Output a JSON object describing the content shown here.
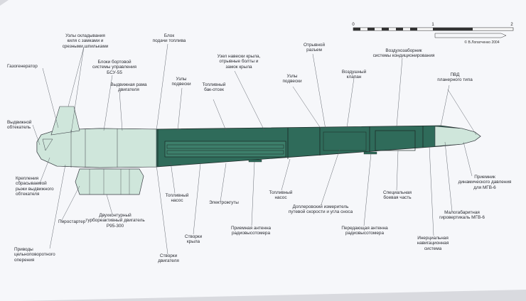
{
  "labels": {
    "gasgen": "Газогенератор",
    "fold": "Узлы складывания\nкиля с замками и\nсрезными шпильками",
    "fuel_block": "Блок\nподачи топлива",
    "bsu": "Блоки бортовой\nсистемы управления\nБСУ-55",
    "frame": "Выдвижная рама\nдвигателя",
    "susp1": "Узлы\nподвески",
    "tank": "Топливный\nбак-отсек",
    "wing_bolts": "Узел навески крыла,\nотрывные болты и\nзамок крыла",
    "tear_conn": "Отрывной\nразъем",
    "susp2": "Узлы\nподвески",
    "air_valve": "Воздушный\nклапан",
    "air_intake": "Воздухозаборник\nсистемы кондиционирования",
    "pvd": "ПВД\nпланерного типа",
    "fairing": "Выдвижной\nобтекатель",
    "mount": "Крепления\nсбрасываемой\nрыжи выдвижного\nобтекателя",
    "pyro": "Пиростартер",
    "drives": "Приводы\nцельноповоротного\nоперения",
    "engine": "Двухконтурный\nтурбореактивный двигатель\nР95-300",
    "pump1": "Топливный\nнасос",
    "eng_flaps": "Створки\nдвигателя",
    "wing_flaps": "Створки\nкрыла",
    "wiring": "Электрожгуты",
    "rx_ant": "Приемная антенна\nрадиовысотомера",
    "pump2": "Топливный\nнасос",
    "doppler": "Доплеровский измеритель\nпутевой скорости и угла сноса",
    "tx_ant": "Передающая антенна\nрадиовысотомера",
    "warhead": "Специальная\nбоевая часть",
    "ins": "Инерциальная\nнавигационная\nсистема",
    "gyro": "Малогабаритная\nгировертикаль МГВ-6",
    "pressure": "Приемник\nдинамического давления\nдля МГВ-6"
  },
  "scale": {
    "ticks": [
      "0",
      "1",
      "2"
    ],
    "credit": "© В.Лопатченко 2004"
  },
  "colors": {
    "paper": "#f6f7fa",
    "body_fill": "#2f6b5a",
    "line": "#3a3d44",
    "highlight": "#cfe6db"
  }
}
